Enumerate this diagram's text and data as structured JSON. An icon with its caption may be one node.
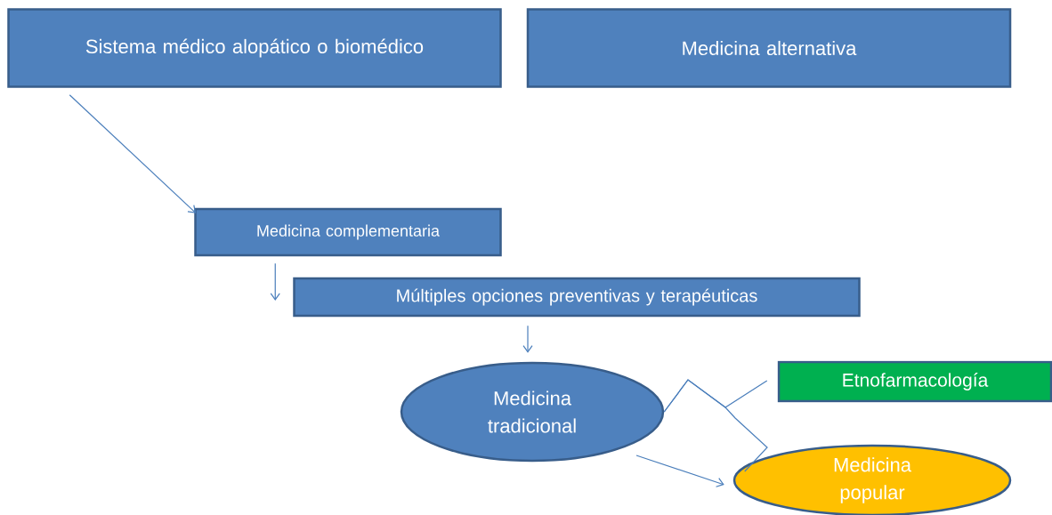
{
  "diagram": {
    "nodes": [
      {
        "text": [
          "Sistema médico alopático o biomédico"
        ]
      },
      {
        "text": [
          "Medicina alternativa"
        ]
      },
      {
        "text": [
          "Medicina complementaria"
        ]
      },
      {
        "text": [
          "Múltiples opciones preventivas y terapéuticas"
        ]
      },
      {
        "text": [
          "Medicina tradicional"
        ]
      },
      {
        "text": [
          "Etnofarmacología"
        ]
      },
      {
        "text": [
          "Medicina popular"
        ]
      }
    ],
    "edges": [
      {
        "from": 0,
        "to": 2,
        "arrow": "to"
      },
      {
        "from": 2,
        "to": 3,
        "arrow": "to"
      },
      {
        "from": 3,
        "to": 4,
        "arrow": "to"
      },
      {
        "from": 4,
        "to": 6,
        "arrow": "to"
      },
      {
        "from": 4,
        "to": 5,
        "arrow": "none"
      },
      {
        "from": 4,
        "to": 6,
        "arrow": "none"
      }
    ]
  }
}
